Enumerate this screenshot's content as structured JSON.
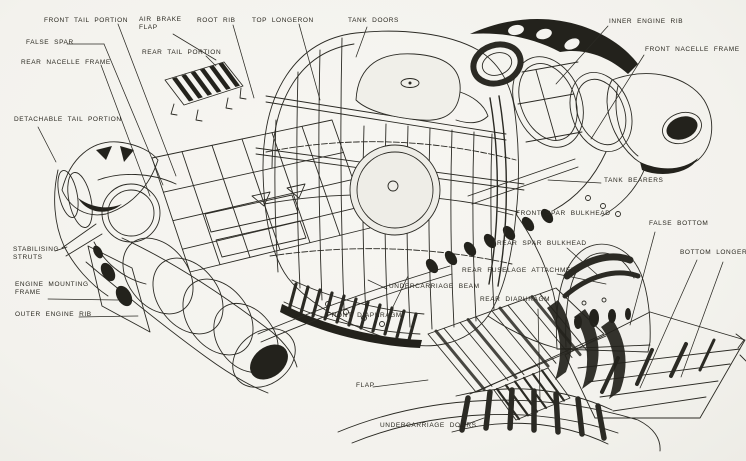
{
  "figure_colors": {
    "paper": "#f4f3ef",
    "ink": "#2b2a24"
  },
  "labels": [
    {
      "id": "front-tail-portion",
      "text": "FRONT TAIL PORTION"
    },
    {
      "id": "false-spar",
      "text": "FALSE SPAR"
    },
    {
      "id": "rear-nacelle-frame",
      "text": "REAR NACELLE FRAME"
    },
    {
      "id": "air-brake-flap",
      "line1": "AIR BRAKE",
      "line2": "FLAP"
    },
    {
      "id": "root-rib",
      "text": "ROOT RIB"
    },
    {
      "id": "rear-tail-portion",
      "text": "REAR TAIL PORTION"
    },
    {
      "id": "top-longeron",
      "text": "TOP LONGERON"
    },
    {
      "id": "tank-doors",
      "text": "TANK DOORS"
    },
    {
      "id": "inner-engine-rib",
      "text": "INNER ENGINE RIB"
    },
    {
      "id": "front-nacelle-frame",
      "text": "FRONT NACELLE FRAME"
    },
    {
      "id": "detachable-tail-portion",
      "text": "DETACHABLE TAIL PORTION"
    },
    {
      "id": "tank-bearers",
      "text": "TANK BEARERS"
    },
    {
      "id": "front-spar-bulkhead",
      "text": "FRONT SPAR BULKHEAD"
    },
    {
      "id": "false-bottom",
      "text": "FALSE BOTTOM"
    },
    {
      "id": "rear-spar-bulkhead",
      "text": "REAR SPAR BULKHEAD"
    },
    {
      "id": "bottom-longeron",
      "text": "BOTTOM LONGERON"
    },
    {
      "id": "rear-fuselage-attachment",
      "text": "REAR FUSELAGE ATTACHMENT"
    },
    {
      "id": "stabilising-struts",
      "line1": "STABILISING",
      "line2": "STRUTS"
    },
    {
      "id": "engine-mounting-frame",
      "line1": "ENGINE MOUNTING",
      "line2": "FRAME"
    },
    {
      "id": "outer-engine-rib",
      "text": "OUTER ENGINE RIB"
    },
    {
      "id": "undercarriage-beam",
      "text": "UNDERCARRIAGE BEAM"
    },
    {
      "id": "front-diaphragm",
      "text": "FRONT DIAPHRAGM"
    },
    {
      "id": "flap",
      "text": "FLAP"
    },
    {
      "id": "rear-diaphragm",
      "text": "REAR DIAPHRAGM"
    },
    {
      "id": "undercarriage-doors",
      "text": "UNDERCARRIAGE DOORS"
    }
  ]
}
